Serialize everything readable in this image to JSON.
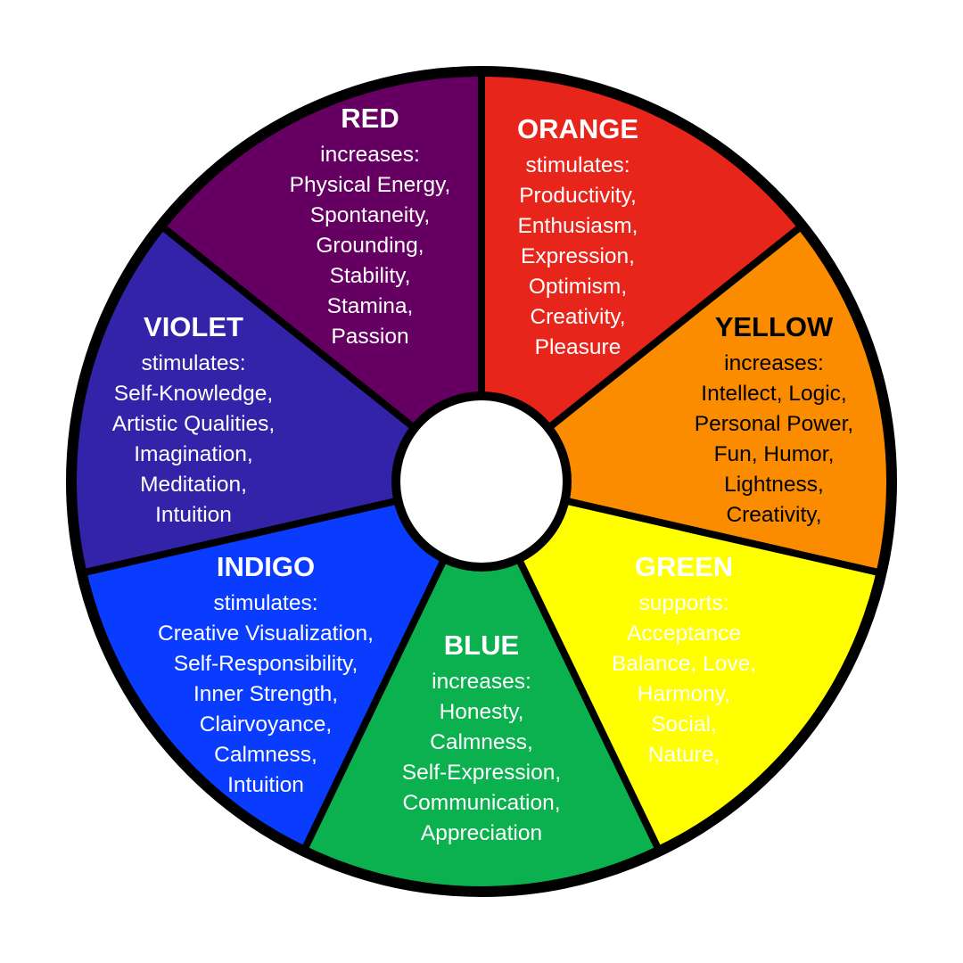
{
  "wheel": {
    "colors": {
      "outline": "#000000",
      "center": "#ffffff"
    },
    "segments": [
      {
        "id": "red",
        "title": "RED",
        "verb": "increases:",
        "items": [
          "Physical Energy,",
          "Spontaneity,",
          "Grounding,",
          "Stability,",
          "Stamina,",
          "Passion"
        ],
        "fill": "#e8251b",
        "text_color": "#ffffff"
      },
      {
        "id": "orange",
        "title": "ORANGE",
        "verb": "stimulates:",
        "items": [
          "Productivity,",
          "Enthusiasm,",
          "Expression,",
          "Optimism,",
          "Creativity,",
          "Pleasure"
        ],
        "fill": "#fb8c00",
        "text_color": "#ffffff"
      },
      {
        "id": "yellow",
        "title": "YELLOW",
        "verb": "increases:",
        "items": [
          "Intellect, Logic,",
          "Personal Power,",
          "Fun, Humor,",
          "Lightness,",
          "Creativity,"
        ],
        "fill": "#ffff00",
        "text_color": "#000000"
      },
      {
        "id": "green",
        "title": "GREEN",
        "verb": "supports:",
        "items": [
          "Acceptance",
          "Balance, Love,",
          "Harmony,",
          "Social,",
          "Nature,"
        ],
        "fill": "#0bb04f",
        "text_color": "#ffffff"
      },
      {
        "id": "blue",
        "title": "BLUE",
        "verb": "increases:",
        "items": [
          "Honesty,",
          "Calmness,",
          "Self-Expression,",
          "Communication,",
          "Appreciation"
        ],
        "fill": "#0a3cff",
        "text_color": "#ffffff"
      },
      {
        "id": "indigo",
        "title": "INDIGO",
        "verb": "stimulates:",
        "items": [
          "Creative Visualization,",
          "Self-Responsibility,",
          "Inner Strength,",
          "Clairvoyance,",
          "Calmness,",
          "Intuition"
        ],
        "fill": "#3323a8",
        "text_color": "#ffffff"
      },
      {
        "id": "violet",
        "title": "VIOLET",
        "verb": "stimulates:",
        "items": [
          "Self-Knowledge,",
          "Artistic Qualities,",
          "Imagination,",
          "Meditation,",
          "Intuition"
        ],
        "fill": "#650062",
        "text_color": "#ffffff"
      }
    ]
  }
}
